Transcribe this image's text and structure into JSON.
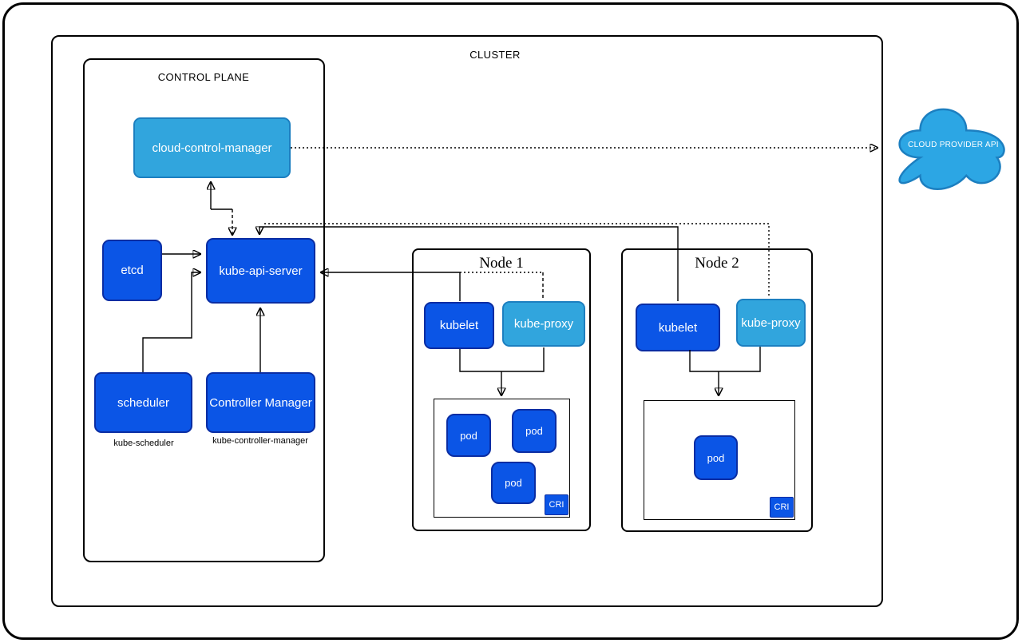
{
  "diagram": {
    "cluster": {
      "label": "CLUSTER"
    },
    "control_plane": {
      "label": "CONTROL PLANE",
      "cloud_control_manager": "cloud-control-manager",
      "etcd": "etcd",
      "kube_api_server": "kube-api-server",
      "scheduler": "scheduler",
      "scheduler_caption": "kube-scheduler",
      "controller_manager": "Controller Manager",
      "controller_manager_caption": "kube-controller-manager"
    },
    "nodes": [
      {
        "title": "Node 1",
        "kubelet": "kubelet",
        "kube_proxy": "kube-proxy",
        "cri": "CRI",
        "pods": [
          "pod",
          "pod",
          "pod"
        ]
      },
      {
        "title": "Node 2",
        "kubelet": "kubelet",
        "kube_proxy": "kube-proxy",
        "cri": "CRI",
        "pods": [
          "pod"
        ]
      }
    ],
    "cloud_provider": {
      "label": "CLOUD PROVIDER API"
    },
    "colors": {
      "primary_blue": "#0b55e6",
      "primary_blue_border": "#0a2da3",
      "light_blue": "#31a5dd",
      "light_blue_border": "#1c7fc0",
      "cloud_fill": "#2ca6e4",
      "cloud_border": "#1c7fc0",
      "line": "#000000"
    }
  }
}
